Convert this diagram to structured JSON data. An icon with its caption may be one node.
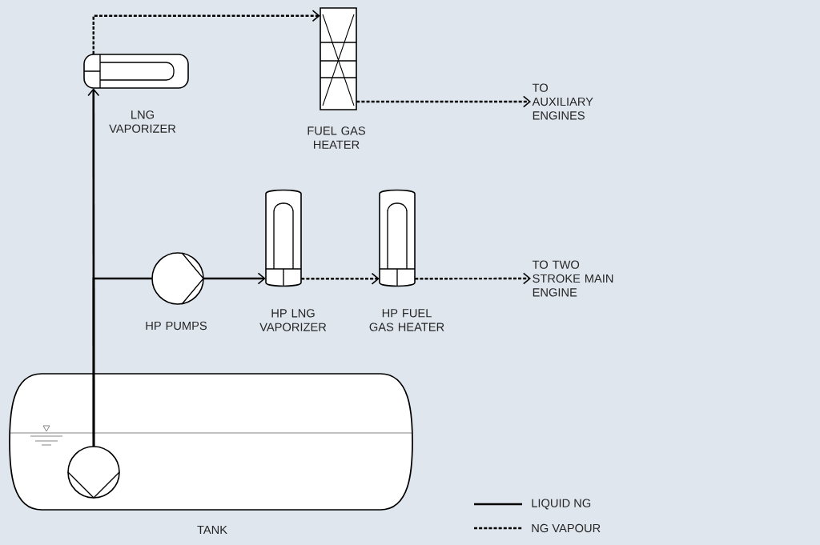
{
  "diagram": {
    "nodes": [
      {
        "text": [
          "LNG VAPORIZER"
        ]
      },
      {
        "text": [
          "FUEL GAS HEATER"
        ]
      },
      {
        "text": [
          "TO AUXILIARY ENGINES"
        ]
      },
      {
        "text": [
          "HP PUMPS"
        ]
      },
      {
        "text": [
          "HP LNG VAPORIZER"
        ]
      },
      {
        "text": [
          "HP FUEL GAS HEATER"
        ]
      },
      {
        "text": [
          "TO TWO STROKE MAIN ENGINE"
        ]
      },
      {
        "text": [
          "TANK"
        ]
      },
      {
        "text": [],
        "shape": "circle",
        "in": 7
      }
    ],
    "edges": [
      {
        "from": 8,
        "to": 0,
        "arrow": "to"
      },
      {
        "from": 8,
        "to": 3,
        "arrow": "none"
      },
      {
        "from": 0,
        "to": 1,
        "arrow": "to",
        "style": "dashed"
      },
      {
        "from": 1,
        "to": 2,
        "arrow": "to",
        "style": "dashed"
      },
      {
        "from": 3,
        "to": 4,
        "arrow": "to"
      },
      {
        "from": 4,
        "to": 5,
        "arrow": "to",
        "style": "dashed"
      },
      {
        "from": 5,
        "to": 6,
        "arrow": "to",
        "style": "dashed"
      }
    ],
    "legend": [
      {
        "text": "LIQUID NG"
      },
      {
        "text": "NG VAPOUR"
      }
    ]
  }
}
